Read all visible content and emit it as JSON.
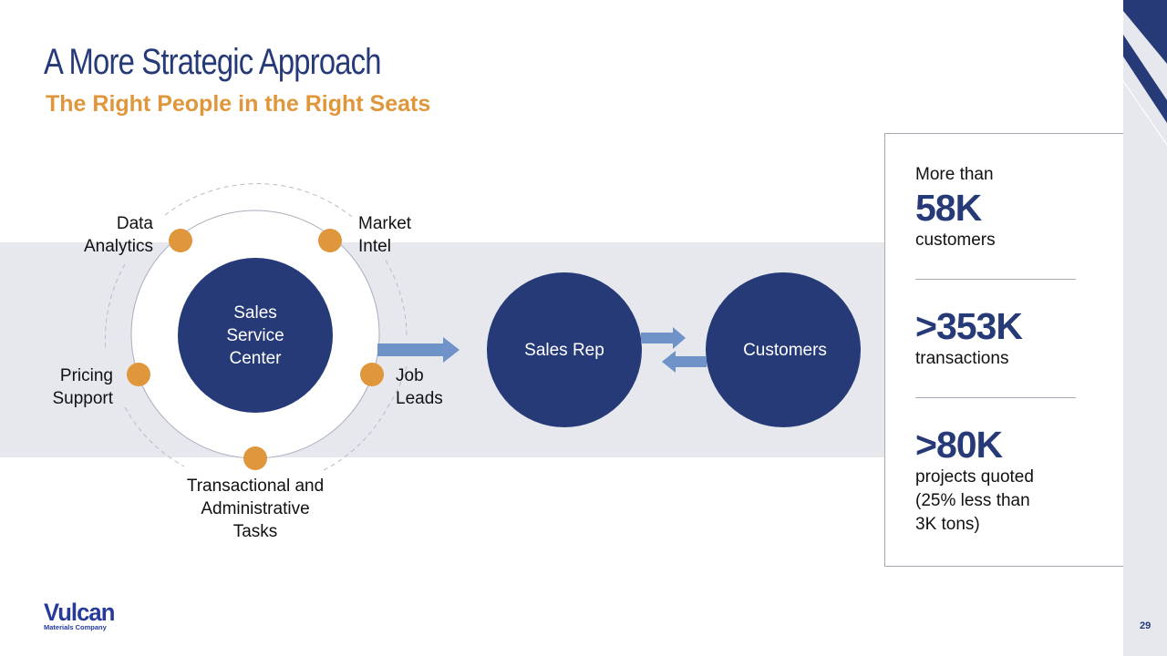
{
  "header": {
    "title": "A More Strategic Approach",
    "subtitle": "The Right People in the Right Seats"
  },
  "colors": {
    "navy": "#263a78",
    "orange": "#e0963a",
    "band": "#e6e8ee",
    "arrow": "#6f92c8",
    "ring": "#a9adbd"
  },
  "diagram": {
    "center_circle": {
      "lines": [
        "Sales",
        "Service",
        "Center"
      ]
    },
    "satellites": [
      {
        "id": "data-analytics",
        "lines": [
          "Data",
          "Analytics"
        ]
      },
      {
        "id": "market-intel",
        "lines": [
          "Market",
          "Intel"
        ]
      },
      {
        "id": "pricing-support",
        "lines": [
          "Pricing",
          "Support"
        ]
      },
      {
        "id": "job-leads",
        "lines": [
          "Job",
          "Leads"
        ]
      },
      {
        "id": "transactional",
        "lines": [
          "Transactional and",
          "Administrative",
          "Tasks"
        ]
      }
    ],
    "sales_rep": "Sales Rep",
    "customers": "Customers"
  },
  "stats": [
    {
      "pre": "More than",
      "num": "58K",
      "post": "customers"
    },
    {
      "pre": "",
      "num": ">353K",
      "post": "transactions"
    },
    {
      "pre": "",
      "num": ">80K",
      "post": "projects quoted (25% less than 3K tons)",
      "post_lines": [
        "projects quoted",
        "(25% less than",
        "3K tons)"
      ]
    }
  ],
  "footer": {
    "logo_word": "Vulcan",
    "logo_sub": "Materials Company",
    "page_number": "29"
  }
}
